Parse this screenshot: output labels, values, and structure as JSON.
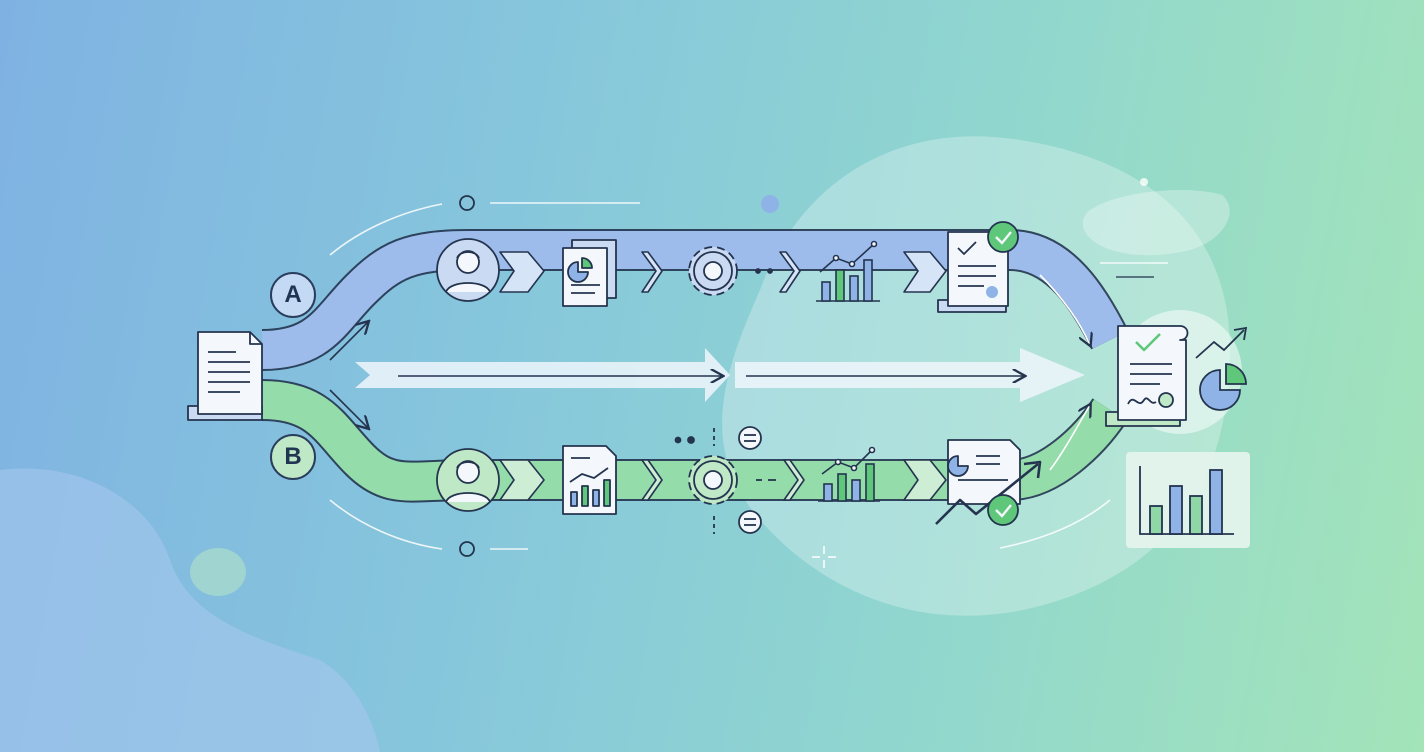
{
  "diagram": {
    "lanes": [
      {
        "id": "A",
        "label": "A",
        "color": "#8fb3e6",
        "steps": [
          "user-avatar",
          "pie-report-document",
          "gear",
          "bar-chart",
          "approved-document"
        ]
      },
      {
        "id": "B",
        "label": "B",
        "color": "#8fd8a6",
        "steps": [
          "user-avatar",
          "line-chart-document",
          "gear-with-settings",
          "bar-chart",
          "report-with-trend"
        ]
      }
    ],
    "source": "document-icon",
    "outputs": [
      "signed-certificate-icon",
      "pie-chart-icon",
      "trend-arrow-icon",
      "bar-chart-card"
    ],
    "palette": {
      "outline": "#24344f",
      "blue": "#8fb3e6",
      "green": "#8fd8a6",
      "paper": "#f4f8fc",
      "check": "#5ec77a"
    }
  }
}
